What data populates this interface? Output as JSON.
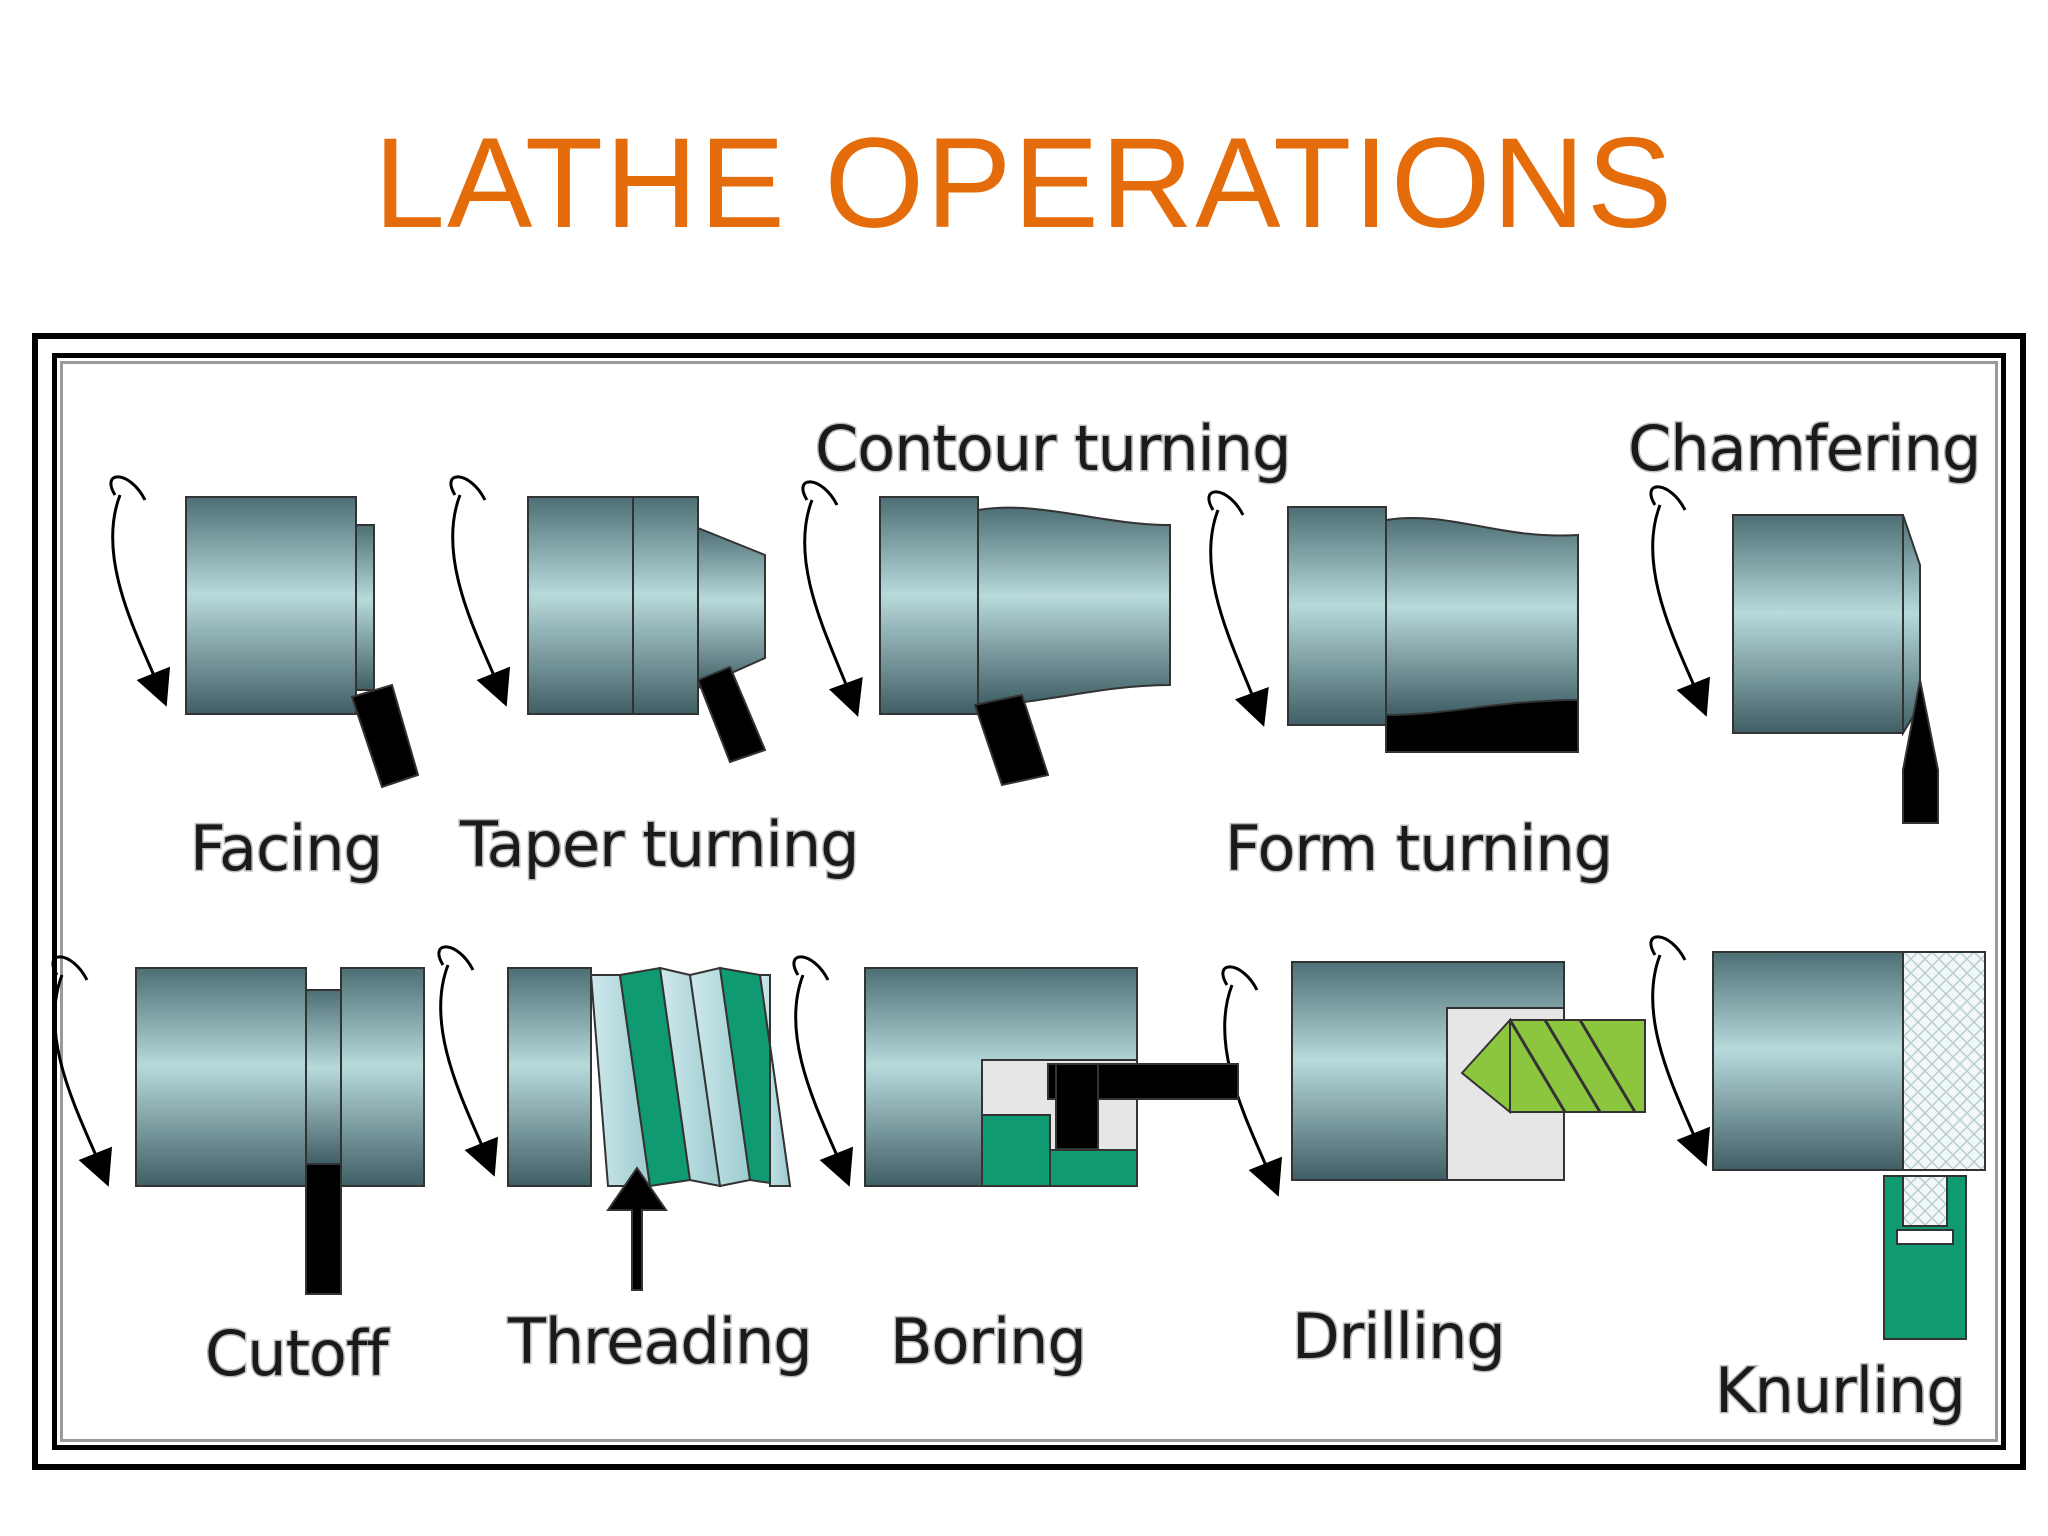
{
  "title": "LATHE OPERATIONS",
  "operations": {
    "facing": "Facing",
    "taper_turning": "Taper turning",
    "contour_turning": "Contour turning",
    "form_turning": "Form turning",
    "chamfering": "Chamfering",
    "cutoff": "Cutoff",
    "threading": "Threading",
    "boring": "Boring",
    "drilling": "Drilling",
    "knurling": "Knurling"
  },
  "colors": {
    "title": "#E46C0A",
    "workpiece": "#8fb2b6",
    "thread_green": "#0f9a72",
    "drill_green": "#8cc63f",
    "tool": "#000000"
  }
}
